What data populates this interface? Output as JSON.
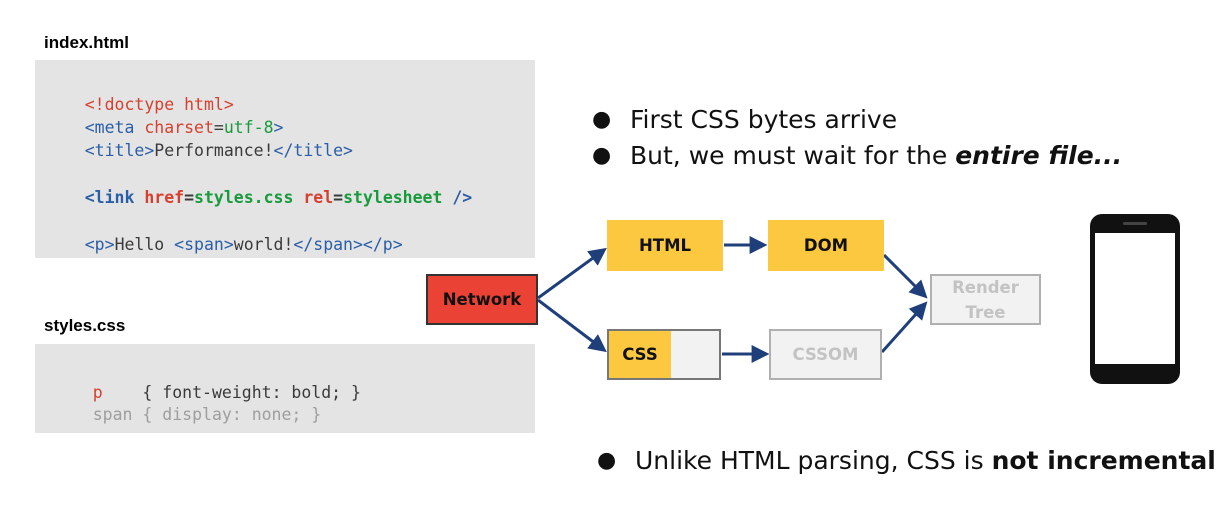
{
  "index_file": {
    "title": "index.html",
    "lines": [
      {
        "parts": [
          "<!doctype html>"
        ]
      },
      {
        "parts": [
          "<meta ",
          "charset",
          "=",
          "utf-8",
          ">"
        ]
      },
      {
        "parts": [
          "<title>",
          "Performance!",
          "</title>"
        ]
      },
      {
        "parts": [
          "<link ",
          "href",
          "=",
          "styles.css ",
          "rel",
          "=",
          "stylesheet",
          " />"
        ]
      },
      {
        "parts": [
          "<p>",
          "Hello ",
          "<span>",
          "world!",
          "</span></p>"
        ]
      }
    ]
  },
  "styles_file": {
    "title": "styles.css",
    "lines": [
      {
        "parts": [
          "p",
          "    { font-weight: bold; }"
        ]
      },
      {
        "parts": [
          "span { display: none; }"
        ]
      }
    ]
  },
  "bullets": {
    "first": "First CSS bytes arrive",
    "second_prefix": "But, we must wait for the ",
    "second_emphasis": "entire file...",
    "third_prefix": "Unlike HTML parsing, CSS is ",
    "third_emphasis": "not incremental",
    "dot": "●"
  },
  "flow": {
    "network": "Network",
    "html": "HTML",
    "dom": "DOM",
    "css": "CSS",
    "cssom": "CSSOM",
    "render_tree_line1": "Render",
    "render_tree_line2": "Tree"
  },
  "colors": {
    "arrow": "#1f3f7a",
    "yellow": "#fbc840",
    "network_red": "#ea4335"
  }
}
